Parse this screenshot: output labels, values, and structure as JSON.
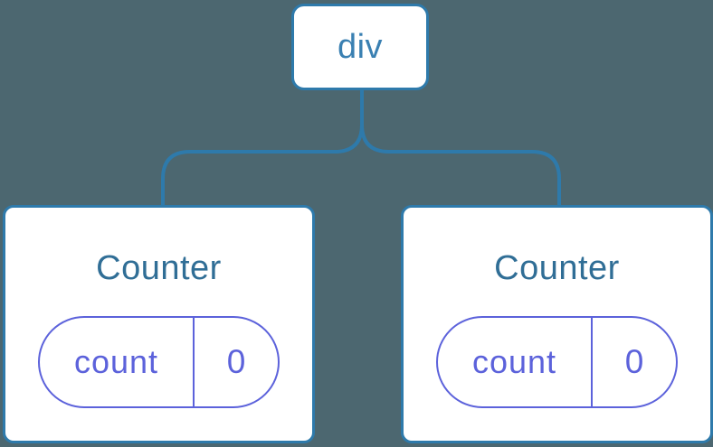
{
  "colors": {
    "background": "#4C6770",
    "line": "#2E7AAB",
    "node_fill": "#FFFFFF",
    "root_text": "#3A80B2",
    "component_text": "#306E96",
    "state_purple": "#5C62DB"
  },
  "tree": {
    "root": {
      "label": "div"
    },
    "children": [
      {
        "title": "Counter",
        "state": {
          "key": "count",
          "value": "0"
        }
      },
      {
        "title": "Counter",
        "state": {
          "key": "count",
          "value": "0"
        }
      }
    ]
  }
}
